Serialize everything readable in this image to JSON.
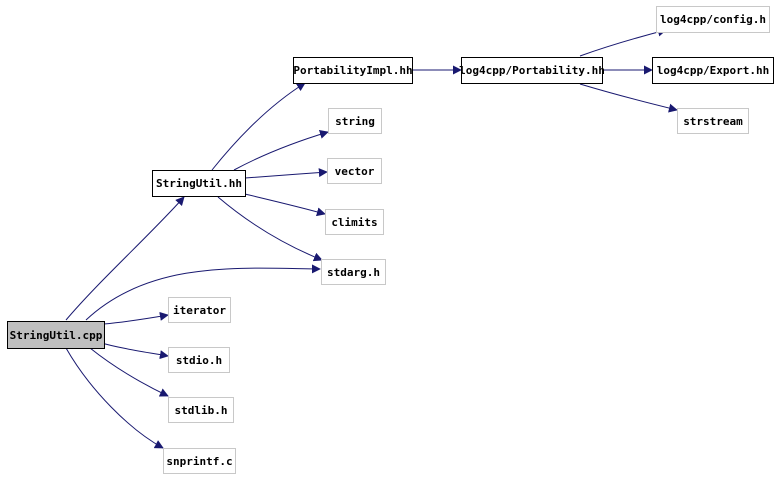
{
  "colors": {
    "edge": "#191970",
    "root_fill": "#bfbfbf",
    "solid_border": "#000000",
    "faint_border": "#c8c8c8"
  },
  "nodes": {
    "stringutil_cpp": "StringUtil.cpp",
    "stringutil_hh": "StringUtil.hh",
    "portabilityimpl_hh": "PortabilityImpl.hh",
    "portability_hh": "log4cpp/Portability.hh",
    "config_h": "log4cpp/config.h",
    "export_hh": "log4cpp/Export.hh",
    "strstream": "strstream",
    "string": "string",
    "vector": "vector",
    "climits": "climits",
    "stdarg_h": "stdarg.h",
    "iterator": "iterator",
    "stdio_h": "stdio.h",
    "stdlib_h": "stdlib.h",
    "snprintf_c": "snprintf.c"
  }
}
